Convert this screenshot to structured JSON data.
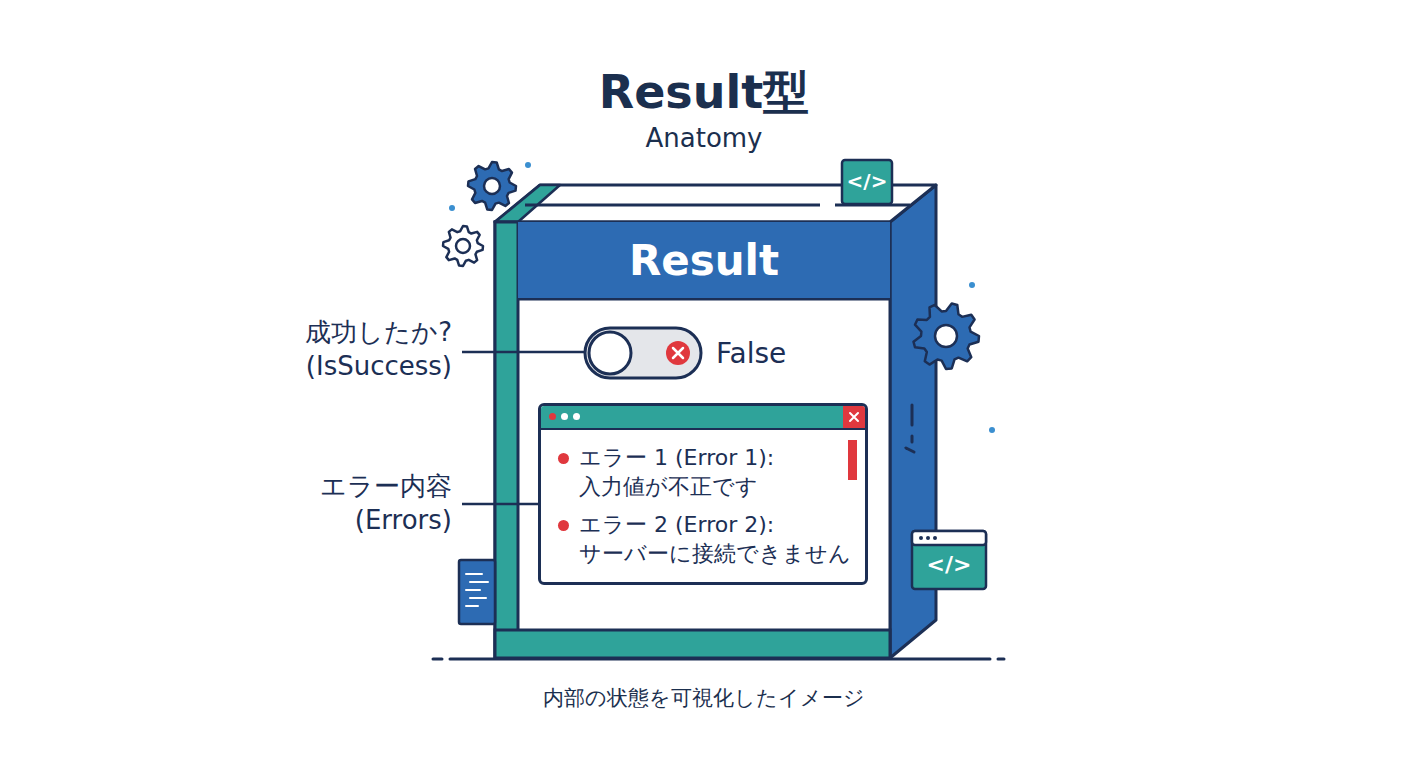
{
  "diagram": {
    "title": "Result型",
    "caption": "内部の状態を可視化したイメージ",
    "nodes": [
      {
        "text": [
          "Result"
        ]
      },
      {
        "text": [
          "エラー 1 (Error 1): 入力値が不正です",
          "エラー 2 (Error 2): サーバーに接続できません"
        ],
        "in": 0
      }
    ],
    "labels": [
      "Anatomy",
      "成功したか? (IsSuccess)",
      "False",
      "エラー内容 (Errors)",
      "</>",
      "</>"
    ]
  }
}
